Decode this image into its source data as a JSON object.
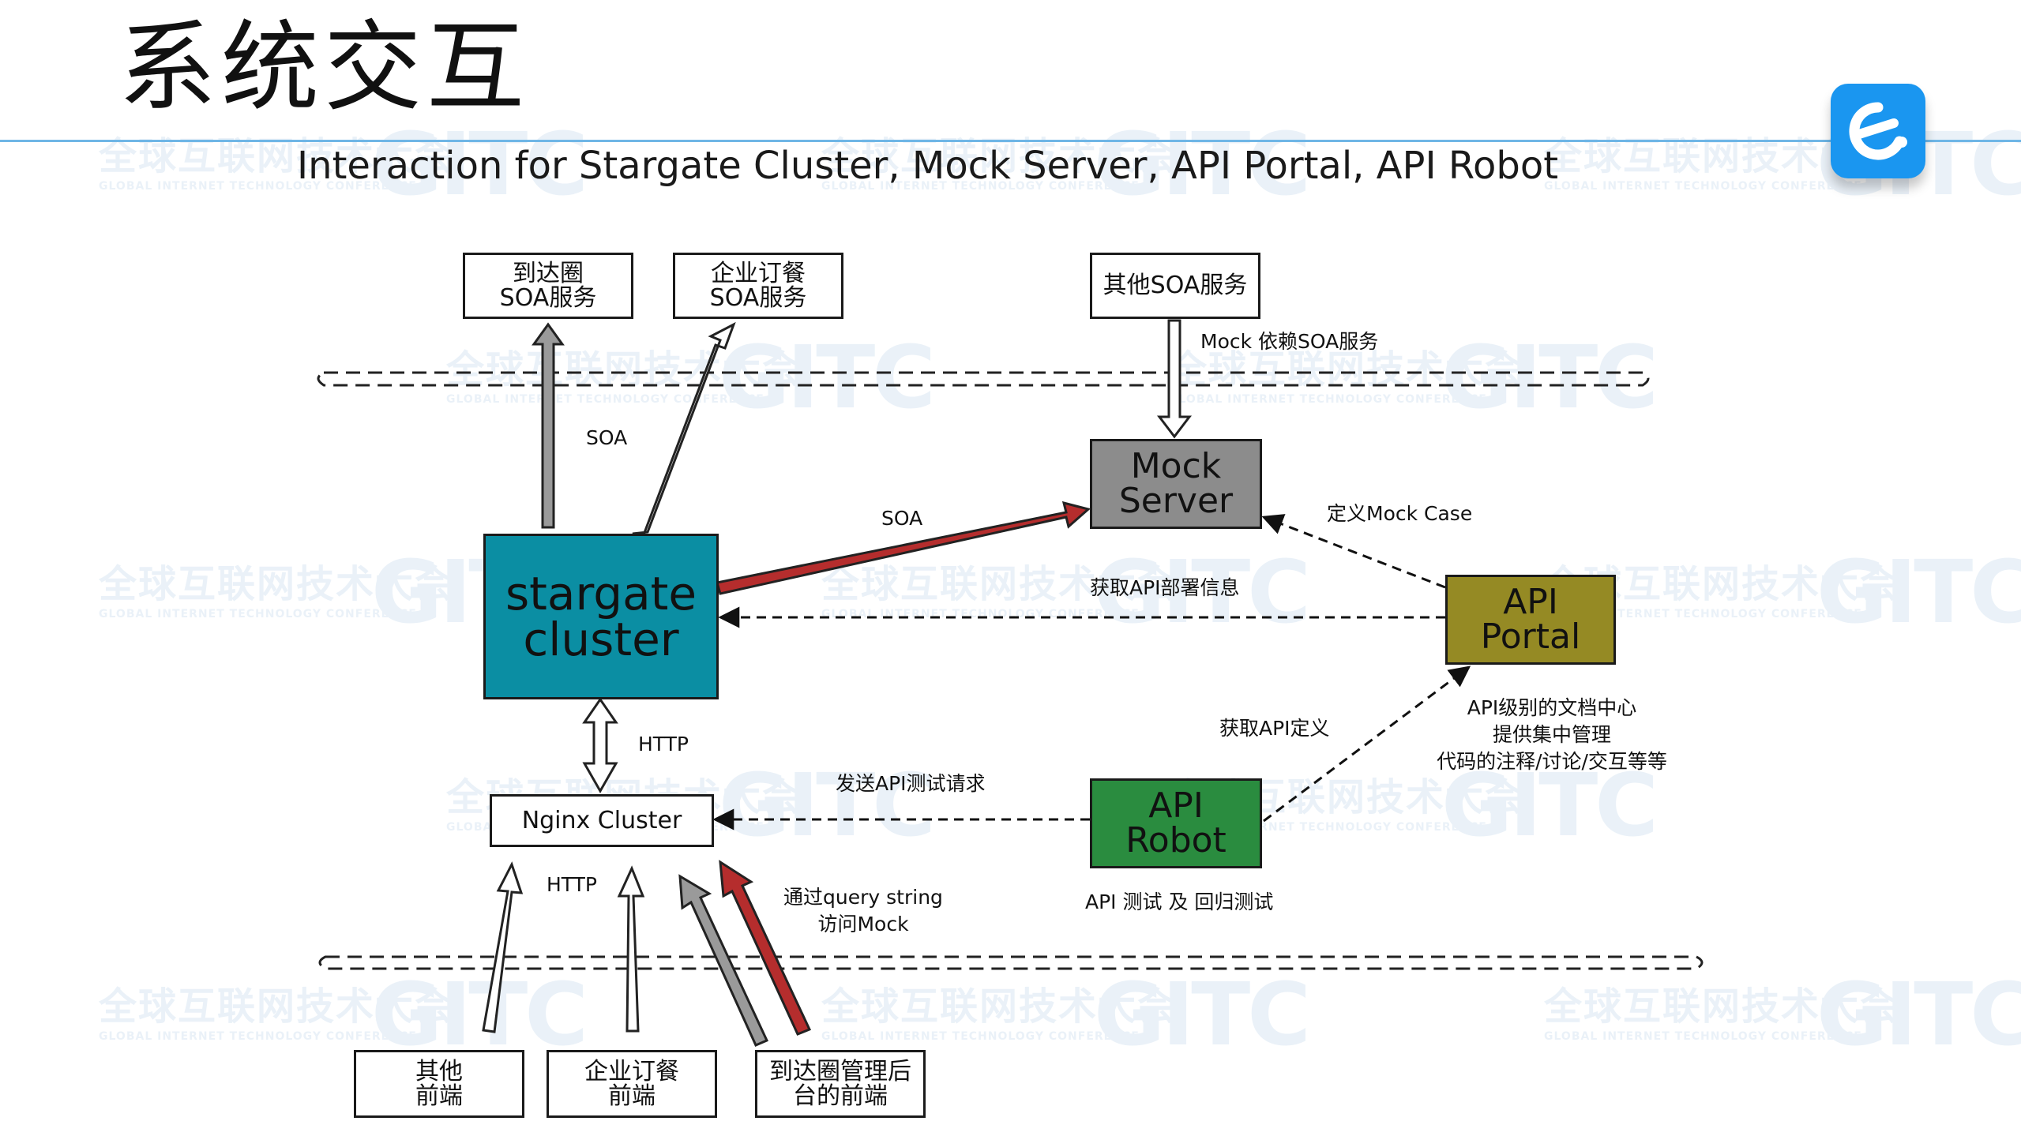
{
  "title": "系统交互",
  "subtitle": "Interaction for Stargate Cluster, Mock Server, API Portal, API Robot",
  "logo_icon": "e-logo-icon",
  "watermark": {
    "cn": "全球互联网技术大会",
    "en": "GLOBAL INTERNET TECHNOLOGY CONFERENCE",
    "mark": "GITC"
  },
  "colors": {
    "stargate": "#0b8ea3",
    "mock": "#8c8c8c",
    "portal": "#958a24",
    "robot": "#2a8c3f",
    "red_arrow": "#b52d2d",
    "gray_arrow": "#9a9a9a",
    "accent_line": "#6fb6e6"
  },
  "boxes": {
    "daodaquan_soa": "到达圈\nSOA服务",
    "qiye_soa": "企业订餐\nSOA服务",
    "other_soa": "其他SOA服务",
    "mock_server": "Mock\nServer",
    "stargate": "stargate\ncluster",
    "api_portal": "API\nPortal",
    "api_robot": "API\nRobot",
    "nginx": "Nginx Cluster",
    "other_frontend": "其他\n前端",
    "qiye_frontend": "企业订餐\n前端",
    "daodaquan_frontend": "到达圈管理后\n台的前端"
  },
  "labels": {
    "soa_left": "SOA",
    "soa_center": "SOA",
    "mock_dep": "Mock 依赖SOA服务",
    "define_case": "定义Mock Case",
    "get_deploy": "获取API部署信息",
    "http_upper": "HTTP",
    "http_lower": "HTTP",
    "send_test": "发送API测试请求",
    "get_api_def": "获取API定义",
    "portal_desc": "API级别的文档中心\n提供集中管理\n代码的注释/讨论/交互等等",
    "robot_desc": "API 测试 及 回归测试",
    "query_string": "通过query string\n访问Mock"
  }
}
